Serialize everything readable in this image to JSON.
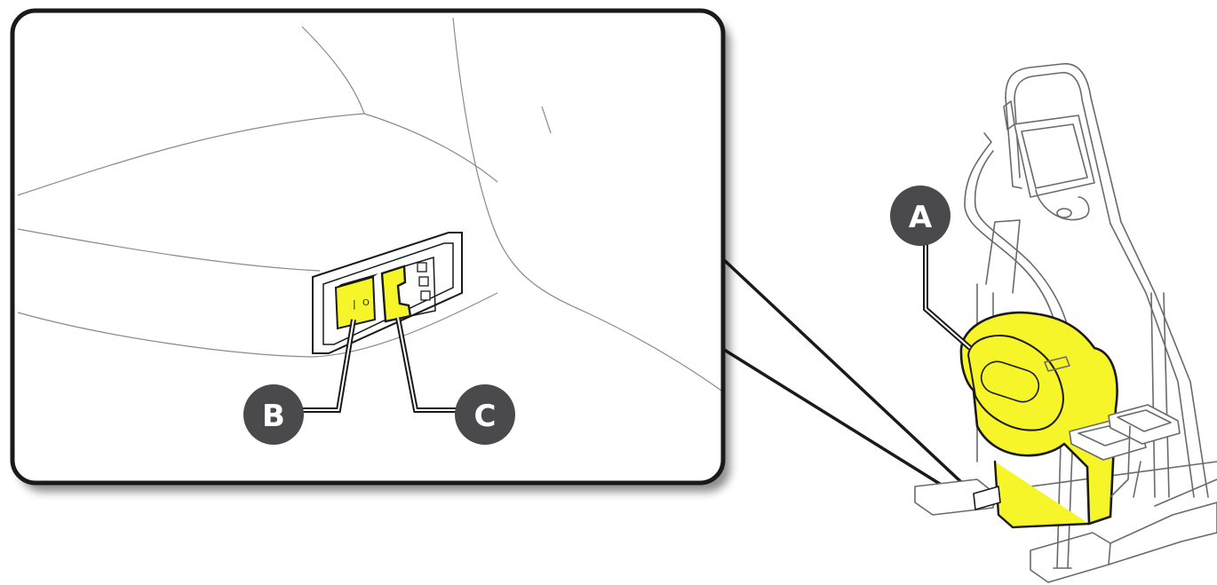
{
  "callouts": {
    "a": {
      "label": "A"
    },
    "b": {
      "label": "B"
    },
    "c": {
      "label": "C"
    }
  },
  "switch_glyphs": {
    "on": "|",
    "off": "O"
  },
  "colors": {
    "highlight": "#f5f52a",
    "callout_fill": "#4a4a4d",
    "line": "#1a1a1a",
    "outline": "#6a6a6a"
  }
}
